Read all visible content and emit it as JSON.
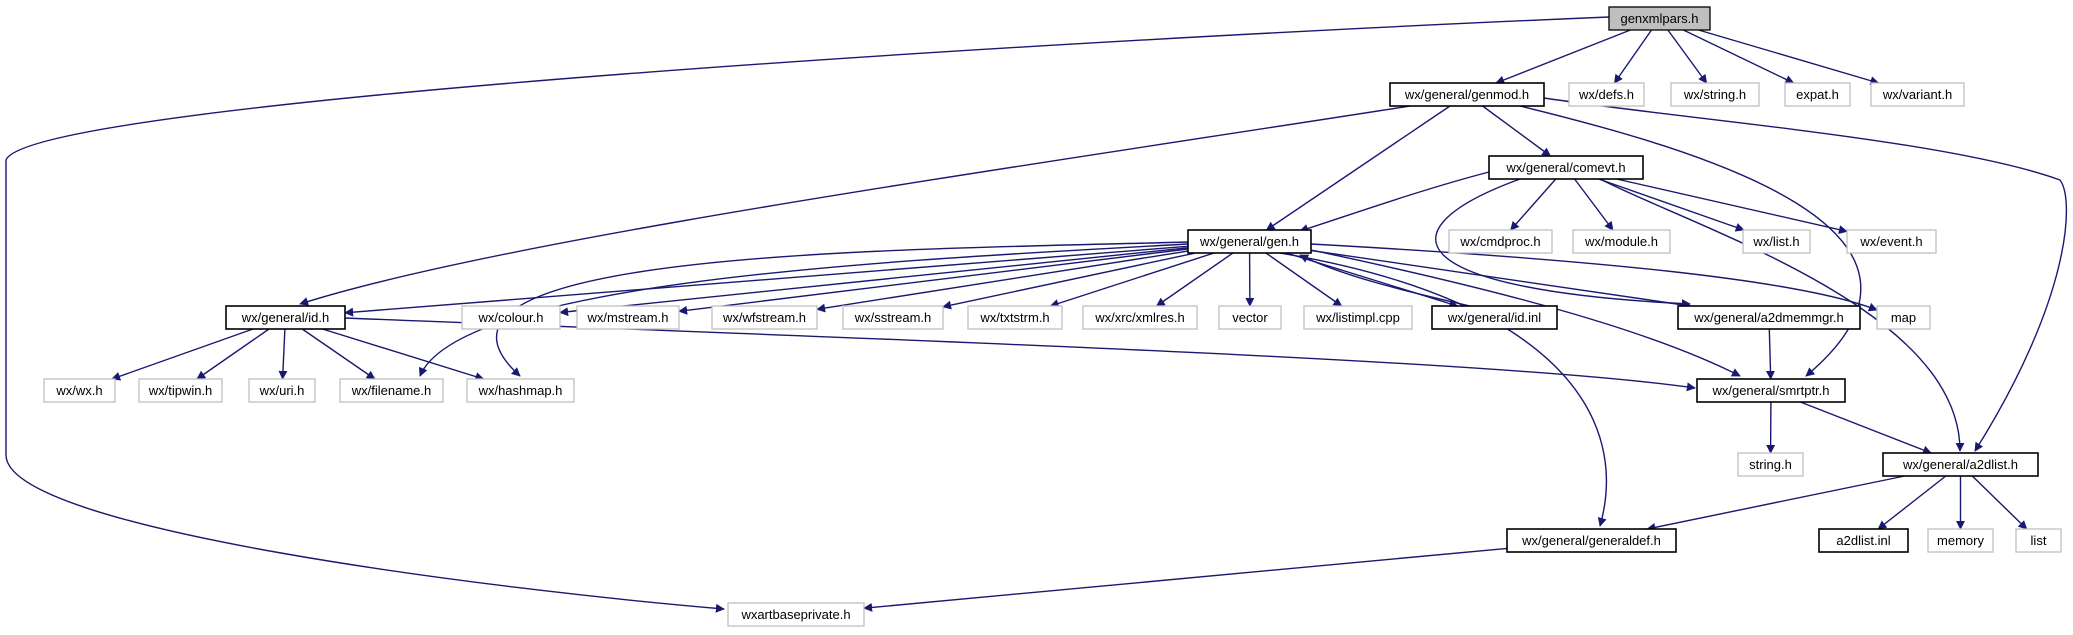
{
  "colors": {
    "edge": "#191970",
    "root_fill": "#bfbfbf",
    "documented_border": "#000000",
    "external_border": "#bfbfbf"
  },
  "nodes": [
    {
      "id": "genxmlpars",
      "label": "genxmlpars.h",
      "kind": "root"
    },
    {
      "id": "genmod",
      "label": "wx/general/genmod.h",
      "kind": "documented"
    },
    {
      "id": "wxdefs",
      "label": "wx/defs.h",
      "kind": "external"
    },
    {
      "id": "wxstring",
      "label": "wx/string.h",
      "kind": "external"
    },
    {
      "id": "expat",
      "label": "expat.h",
      "kind": "external"
    },
    {
      "id": "wxvariant",
      "label": "wx/variant.h",
      "kind": "external"
    },
    {
      "id": "comevt",
      "label": "wx/general/comevt.h",
      "kind": "documented"
    },
    {
      "id": "cmdproc",
      "label": "wx/cmdproc.h",
      "kind": "external"
    },
    {
      "id": "module",
      "label": "wx/module.h",
      "kind": "external"
    },
    {
      "id": "list_h",
      "label": "wx/list.h",
      "kind": "external"
    },
    {
      "id": "event",
      "label": "wx/event.h",
      "kind": "external"
    },
    {
      "id": "gen",
      "label": "wx/general/gen.h",
      "kind": "documented"
    },
    {
      "id": "id",
      "label": "wx/general/id.h",
      "kind": "documented"
    },
    {
      "id": "colour",
      "label": "wx/colour.h",
      "kind": "external"
    },
    {
      "id": "mstream",
      "label": "wx/mstream.h",
      "kind": "external"
    },
    {
      "id": "wfstream",
      "label": "wx/wfstream.h",
      "kind": "external"
    },
    {
      "id": "sstream",
      "label": "wx/sstream.h",
      "kind": "external"
    },
    {
      "id": "txtstrm",
      "label": "wx/txtstrm.h",
      "kind": "external"
    },
    {
      "id": "xmlres",
      "label": "wx/xrc/xmlres.h",
      "kind": "external"
    },
    {
      "id": "vector",
      "label": "vector",
      "kind": "external"
    },
    {
      "id": "listimpl",
      "label": "wx/listimpl.cpp",
      "kind": "external"
    },
    {
      "id": "idinl",
      "label": "wx/general/id.inl",
      "kind": "documented"
    },
    {
      "id": "a2dmem",
      "label": "wx/general/a2dmemmgr.h",
      "kind": "documented"
    },
    {
      "id": "map",
      "label": "map",
      "kind": "external"
    },
    {
      "id": "wxwx",
      "label": "wx/wx.h",
      "kind": "external"
    },
    {
      "id": "tipwin",
      "label": "wx/tipwin.h",
      "kind": "external"
    },
    {
      "id": "uri",
      "label": "wx/uri.h",
      "kind": "external"
    },
    {
      "id": "filename",
      "label": "wx/filename.h",
      "kind": "external"
    },
    {
      "id": "hashmap",
      "label": "wx/hashmap.h",
      "kind": "external"
    },
    {
      "id": "smrtptr",
      "label": "wx/general/smrtptr.h",
      "kind": "documented"
    },
    {
      "id": "stringh",
      "label": "string.h",
      "kind": "external"
    },
    {
      "id": "a2dlist",
      "label": "wx/general/a2dlist.h",
      "kind": "documented"
    },
    {
      "id": "a2dlistinl",
      "label": "a2dlist.inl",
      "kind": "documented"
    },
    {
      "id": "memory",
      "label": "memory",
      "kind": "external"
    },
    {
      "id": "list",
      "label": "list",
      "kind": "external"
    },
    {
      "id": "generaldef",
      "label": "wx/general/generaldef.h",
      "kind": "documented"
    },
    {
      "id": "artbase",
      "label": "wxartbaseprivate.h",
      "kind": "external"
    }
  ],
  "edges": [
    [
      "genxmlpars",
      "genmod"
    ],
    [
      "genxmlpars",
      "wxdefs"
    ],
    [
      "genxmlpars",
      "wxstring"
    ],
    [
      "genxmlpars",
      "expat"
    ],
    [
      "genxmlpars",
      "wxvariant"
    ],
    [
      "genxmlpars",
      "artbase"
    ],
    [
      "genmod",
      "comevt"
    ],
    [
      "genmod",
      "gen"
    ],
    [
      "genmod",
      "id"
    ],
    [
      "genmod",
      "smrtptr"
    ],
    [
      "genmod",
      "a2dlist"
    ],
    [
      "comevt",
      "cmdproc"
    ],
    [
      "comevt",
      "module"
    ],
    [
      "comevt",
      "list_h"
    ],
    [
      "comevt",
      "event"
    ],
    [
      "comevt",
      "gen"
    ],
    [
      "comevt",
      "a2dlist"
    ],
    [
      "comevt",
      "a2dmem"
    ],
    [
      "gen",
      "id"
    ],
    [
      "gen",
      "colour"
    ],
    [
      "gen",
      "mstream"
    ],
    [
      "gen",
      "wfstream"
    ],
    [
      "gen",
      "sstream"
    ],
    [
      "gen",
      "txtstrm"
    ],
    [
      "gen",
      "xmlres"
    ],
    [
      "gen",
      "vector"
    ],
    [
      "gen",
      "listimpl"
    ],
    [
      "gen",
      "idinl"
    ],
    [
      "gen",
      "a2dmem"
    ],
    [
      "gen",
      "map"
    ],
    [
      "gen",
      "filename"
    ],
    [
      "gen",
      "hashmap"
    ],
    [
      "gen",
      "smrtptr"
    ],
    [
      "gen",
      "generaldef"
    ],
    [
      "id",
      "wxwx"
    ],
    [
      "id",
      "tipwin"
    ],
    [
      "id",
      "uri"
    ],
    [
      "id",
      "filename"
    ],
    [
      "id",
      "hashmap"
    ],
    [
      "id",
      "smrtptr"
    ],
    [
      "idinl",
      "gen"
    ],
    [
      "a2dmem",
      "smrtptr"
    ],
    [
      "smrtptr",
      "stringh"
    ],
    [
      "smrtptr",
      "a2dlist"
    ],
    [
      "a2dlist",
      "a2dlistinl"
    ],
    [
      "a2dlist",
      "memory"
    ],
    [
      "a2dlist",
      "list"
    ],
    [
      "a2dlist",
      "generaldef"
    ],
    [
      "generaldef",
      "artbase"
    ]
  ]
}
